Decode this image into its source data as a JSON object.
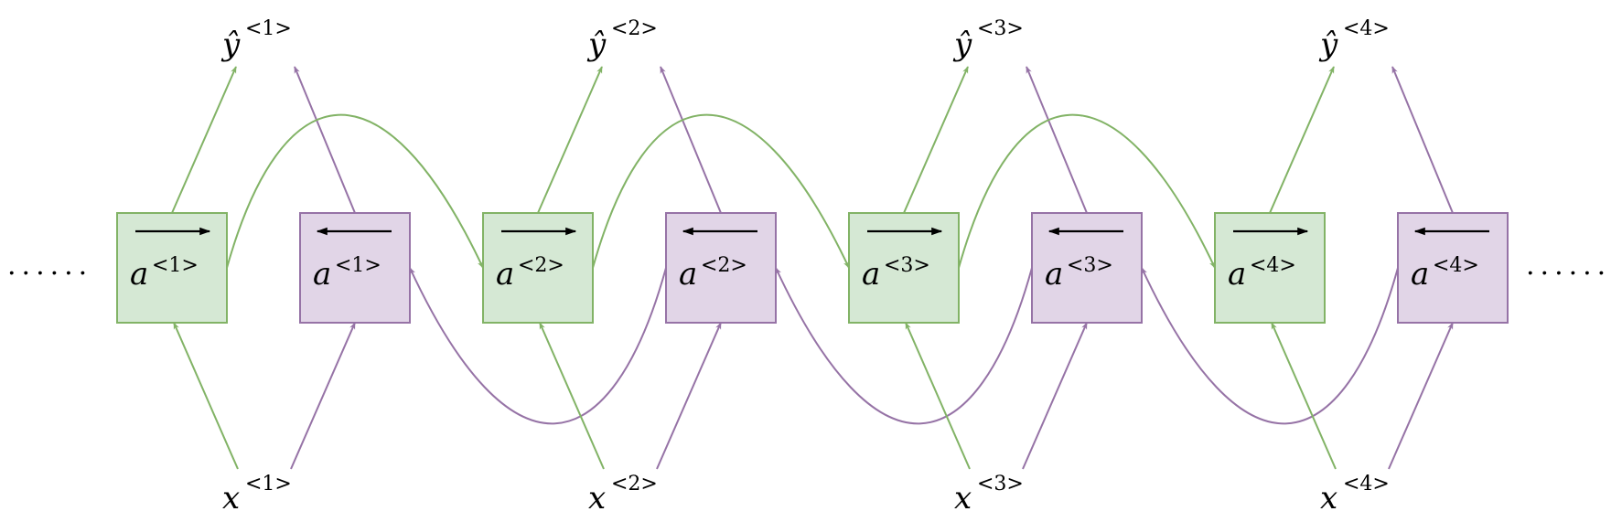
{
  "colors": {
    "forward_fill": "#d5e8d4",
    "forward_stroke": "#82b366",
    "backward_fill": "#e1d5e7",
    "backward_stroke": "#9673a6",
    "text": "#000000"
  },
  "ellipsis": {
    "left": "......",
    "right": "......"
  },
  "steps": [
    {
      "y_base": "ŷ",
      "y_sup": "<1>",
      "x_base": "x",
      "x_sup": "<1>",
      "fwd_base": "a",
      "fwd_sup": "<1>",
      "bwd_base": "a",
      "bwd_sup": "<1>"
    },
    {
      "y_base": "ŷ",
      "y_sup": "<2>",
      "x_base": "x",
      "x_sup": "<2>",
      "fwd_base": "a",
      "fwd_sup": "<2>",
      "bwd_base": "a",
      "bwd_sup": "<2>"
    },
    {
      "y_base": "ŷ",
      "y_sup": "<3>",
      "x_base": "x",
      "x_sup": "<3>",
      "fwd_base": "a",
      "fwd_sup": "<3>",
      "bwd_base": "a",
      "bwd_sup": "<3>"
    },
    {
      "y_base": "ŷ",
      "y_sup": "<4>",
      "x_base": "x",
      "x_sup": "<4>",
      "fwd_base": "a",
      "fwd_sup": "<4>",
      "bwd_base": "a",
      "bwd_sup": "<4>"
    }
  ]
}
